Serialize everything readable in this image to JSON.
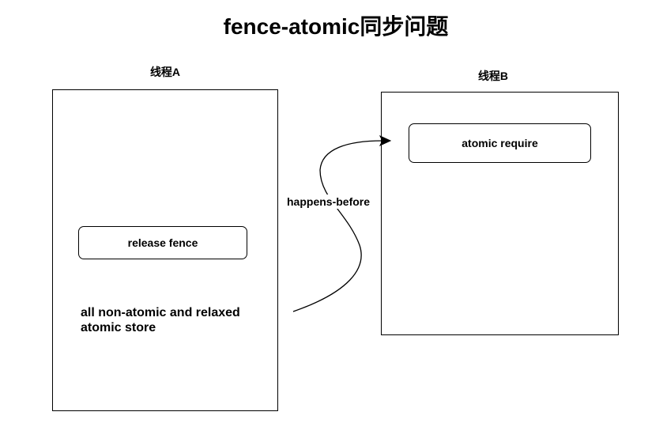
{
  "title": "fence-atomic同步问题",
  "thread_a": {
    "label": "线程A",
    "release_fence": "release fence",
    "note": "all non-atomic and relaxed atomic store"
  },
  "thread_b": {
    "label": "线程B",
    "atomic_require": "atomic require"
  },
  "edge": {
    "label": "happens-before"
  }
}
